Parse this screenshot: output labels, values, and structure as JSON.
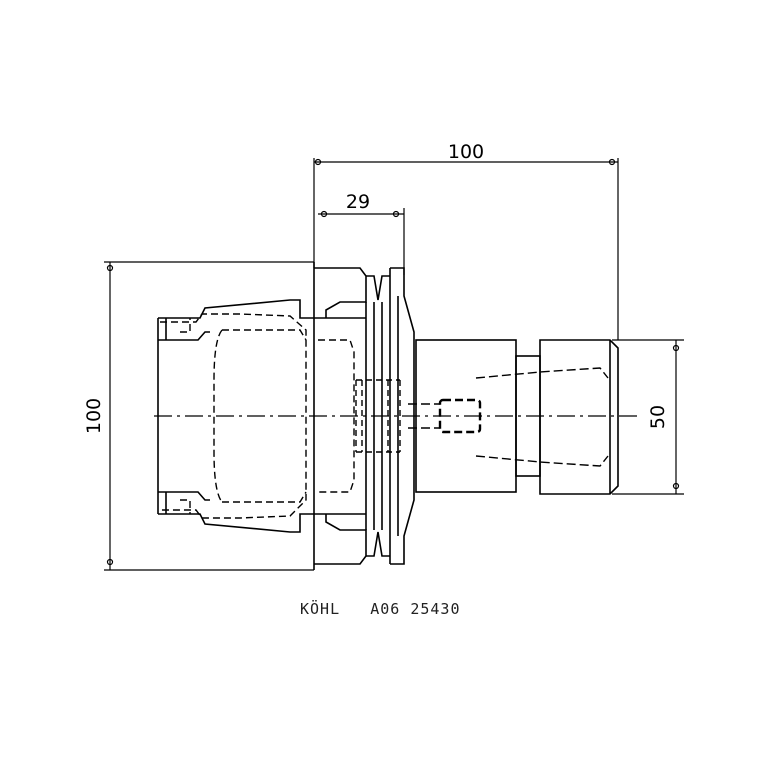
{
  "dimensions": {
    "total_length": "100",
    "flange_width": "29",
    "overall_height": "100",
    "nose_diameter": "50"
  },
  "caption": "KÖHL   A06 25430",
  "colors": {
    "line": "#000000",
    "background": "#ffffff"
  }
}
